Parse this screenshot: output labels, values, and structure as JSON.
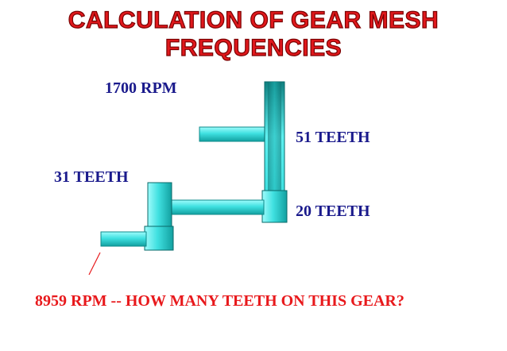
{
  "title": {
    "line1": "CALCULATION OF GEAR MESH",
    "line2": "FREQUENCIES"
  },
  "labels": {
    "input_speed": "1700 RPM",
    "gear_51": "51 TEETH",
    "gear_31": "31 TEETH",
    "gear_20": "20 TEETH",
    "question": "8959 RPM --  HOW MANY TEETH ON THIS GEAR?"
  },
  "colors": {
    "title": "#e0181c",
    "label": "#1a1a8c",
    "question": "#e8191c",
    "shaft_light": "#7ff5f5",
    "shaft_dark": "#1aa8a8"
  }
}
